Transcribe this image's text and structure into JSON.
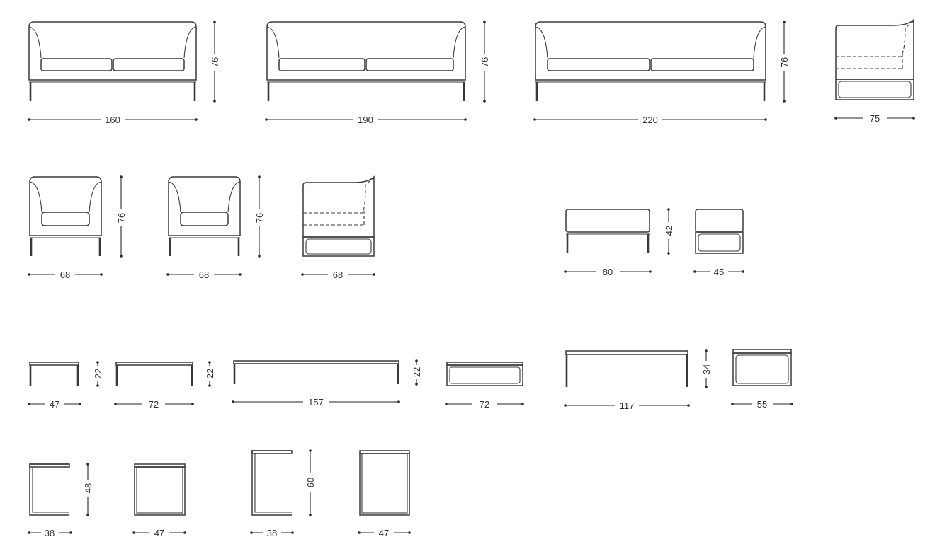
{
  "dimensions": {
    "sofa_160_width": "160",
    "sofa_160_height": "76",
    "sofa_190_width": "190",
    "sofa_190_height": "76",
    "sofa_220_width": "220",
    "sofa_220_height": "76",
    "sofa_side_depth": "75",
    "armchair_a_width": "68",
    "armchair_a_height": "76",
    "armchair_b_width": "68",
    "armchair_b_height": "76",
    "armchair_side_depth": "68",
    "bench_width": "80",
    "bench_height": "42",
    "bench_side_depth": "45",
    "low_table_47_width": "47",
    "low_table_47_height": "22",
    "low_table_72_width": "72",
    "low_table_72_height": "22",
    "low_table_157_width": "157",
    "low_table_157_height": "22",
    "low_table_side_depth": "72",
    "coffee_table_width": "117",
    "coffee_table_height": "34",
    "coffee_table_side_depth": "55",
    "side_table_48_depth": "38",
    "side_table_48_height": "48",
    "side_table_48_front_width": "47",
    "side_table_60_depth": "38",
    "side_table_60_height": "60",
    "side_table_60_front_width": "47"
  }
}
